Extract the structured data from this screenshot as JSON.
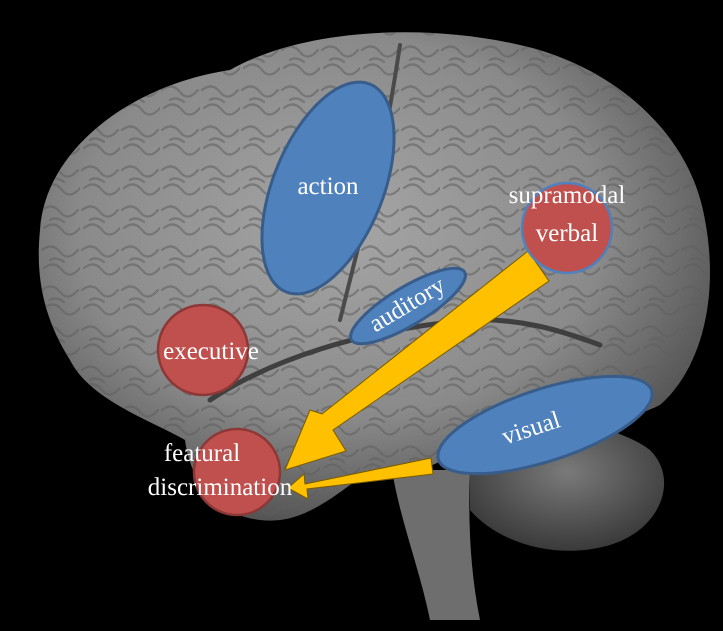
{
  "background_color": "#000000",
  "brain_color": "#8c8c8c",
  "region_colors": {
    "modality": "#4f81bd",
    "hub": "#c0504d",
    "arrow": "#ffc000"
  },
  "regions": {
    "action": "action",
    "auditory": "auditory",
    "visual": "visual",
    "supramodal_line1": "supramodal",
    "supramodal_line2": "verbal",
    "executive": "executive",
    "featural_line1": "featural",
    "featural_line2": "discrimination"
  }
}
